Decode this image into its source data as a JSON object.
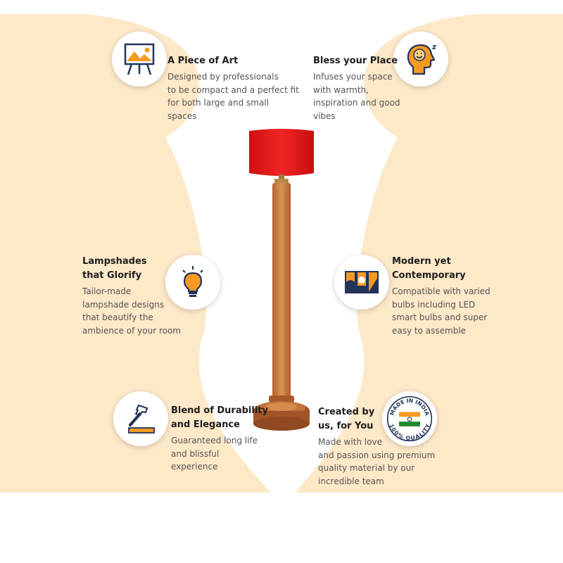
{
  "features": [
    {
      "id": "art",
      "title": "A Piece of Art",
      "description": "Designed by professionals\nto be compact and a perfect fit\nfor both large and small\nspaces",
      "icon": "art-easel-icon"
    },
    {
      "id": "bless",
      "title": "Bless your Place",
      "description": "Infuses your space\nwith warmth,\ninspiration and good\nvibes",
      "icon": "happy-mind-icon"
    },
    {
      "id": "lampshades",
      "title": "Lampshades\nthat Glorify",
      "description": "Tailor-made\nlampshade designs\nthat beautify the\nambience of your room",
      "icon": "light-bulb-icon"
    },
    {
      "id": "modern",
      "title": "Modern yet\nContemporary",
      "description": "Compatible with varied\nbulbs including LED\nsmart bulbs and super\neasy to assemble",
      "icon": "modern-art-icon"
    },
    {
      "id": "durability",
      "title": "Blend of Durability\nand Elegance",
      "description": "Guaranteed long life\nand blissful\nexperience",
      "icon": "hammer-icon"
    },
    {
      "id": "created",
      "title": "Created by\nus, for You",
      "description": "Made with love\nand passion using premium\nquality material by our\nincredible team",
      "icon": "made-in-india-badge-icon"
    }
  ],
  "badge": {
    "top_text": "MADE IN INDIA",
    "bottom_text": "100% QUALITY"
  },
  "colors": {
    "background": "#fde8c8",
    "shade": "#e81c1c",
    "wood": "#c8773a",
    "icon_orange": "#f59a23",
    "icon_navy": "#22335a"
  }
}
